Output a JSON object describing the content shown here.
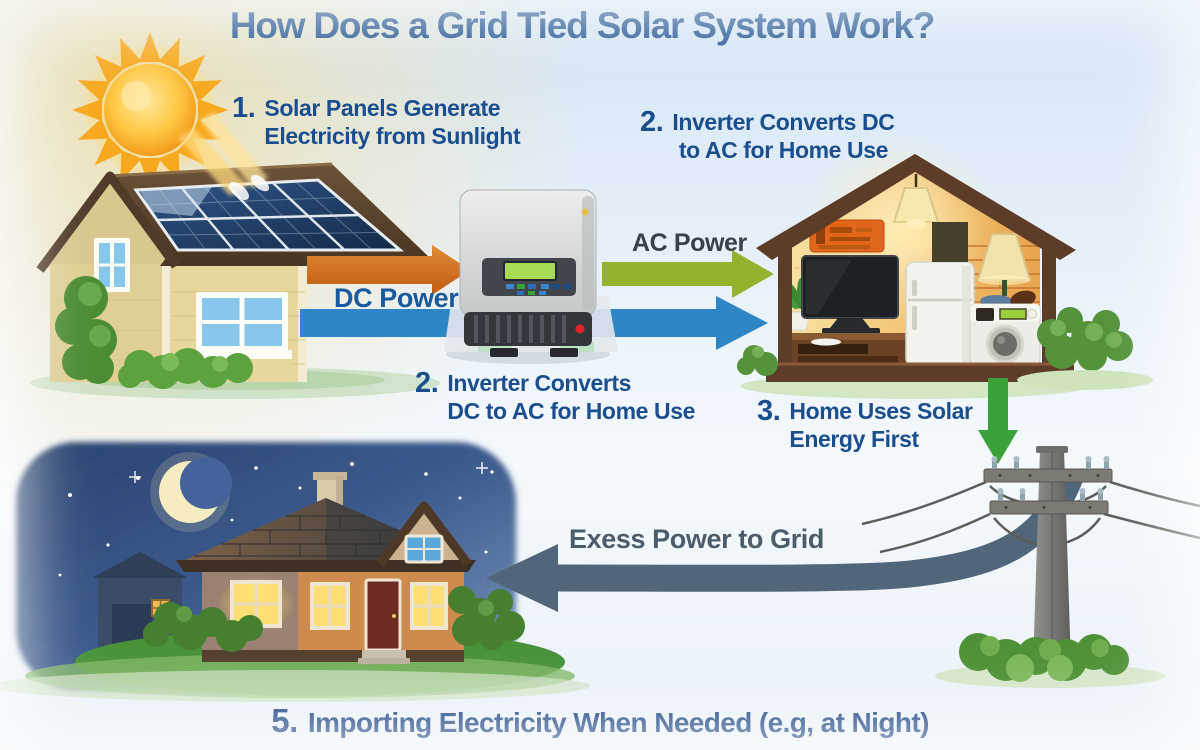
{
  "title": "How Does a Grid Tied Solar System Work?",
  "steps": {
    "step1": {
      "num": "1.",
      "line1": "Solar Panels Generate",
      "line2": "Electricity from Sunlight"
    },
    "step2_top": {
      "num": "2.",
      "line1": "Inverter Converts DC",
      "line2": "to AC for Home Use"
    },
    "step2_bottom": {
      "num": "2.",
      "line1": "Inverter Converts",
      "line2": "DC to AC for Home Use"
    },
    "step3": {
      "num": "3.",
      "line1": "Home Uses Solar",
      "line2": "Energy First"
    },
    "step5": {
      "num": "5.",
      "text": "Importing Electricity When Needed  (e.g, at Night)"
    }
  },
  "flow_labels": {
    "dc_power": "DC Power",
    "ac_power": "AC Power",
    "excess_power": "Exess Power to Grid"
  },
  "colors": {
    "title_blue": "#1b4e8e",
    "step_label_blue": "#1b4e8e",
    "dc_label_blue": "#175a9e",
    "ac_label_gray": "#3a4047",
    "excess_label_slate": "#4b5c6d",
    "arrow_orange": "#d06a1a",
    "arrow_blue": "#2f86c6",
    "arrow_green_ac": "#90b42e",
    "arrow_green_grid": "#3ba23b",
    "arrow_excess_gray": "#51667b",
    "sun_orange": "#f6a41c",
    "night_sky_blue": "#3a5a8e"
  },
  "illustrations": {
    "sun": "sun-icon",
    "sunbeams": "sunbeam-icon",
    "solar_house": "solar-house-illustration",
    "solar_panels": "solar-panel-array",
    "inverter": "inverter-illustration",
    "home_cutaway": "home-cutaway-illustration",
    "utility_pole": "utility-pole-illustration",
    "power_lines": "power-lines",
    "night_scene": "night-scene-illustration",
    "moon": "crescent-moon-icon"
  }
}
